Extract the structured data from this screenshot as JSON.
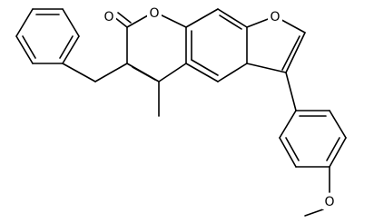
{
  "diagram": {
    "type": "chemical-structure",
    "colors": {
      "background": "#ffffff",
      "ink": "#000000"
    },
    "atom_labels": {
      "carbonyl_oxygen": "O",
      "ring_oxygen": "O",
      "furan_oxygen": "O",
      "methoxy_oxygen": "O"
    }
  }
}
